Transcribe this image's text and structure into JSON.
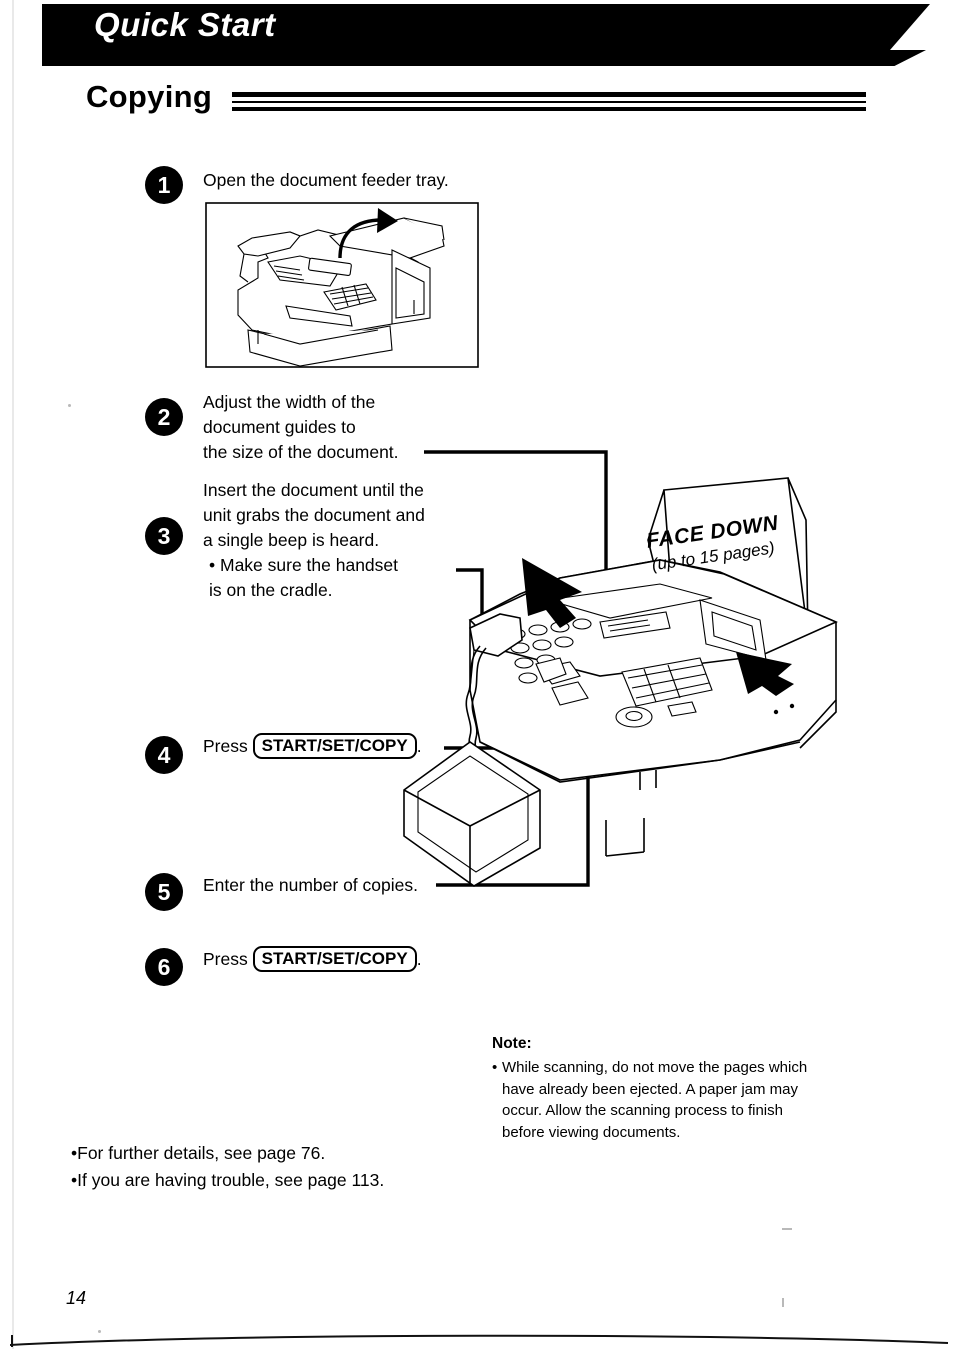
{
  "header": {
    "title": "Quick Start"
  },
  "section": {
    "title": "Copying"
  },
  "steps": [
    {
      "number": "1",
      "text": "Open the document feeder tray."
    },
    {
      "number": "2",
      "text": "Adjust the width of the\ndocument guides to\nthe size of the document."
    },
    {
      "number": "3",
      "text": "Insert the document until the\nunit grabs the document and\na single beep is heard.",
      "bullet": "• Make sure the handset\n   is on the cradle."
    },
    {
      "number": "4",
      "text_before": "Press",
      "key_label": "START/SET/COPY",
      "text_after": "."
    },
    {
      "number": "5",
      "text": "Enter the number of copies."
    },
    {
      "number": "6",
      "text_before": "Press",
      "key_label": "START/SET/COPY",
      "text_after": "."
    }
  ],
  "figure": {
    "face_down_label": "FACE DOWN",
    "pages_label": "(up to 15 pages)"
  },
  "note": {
    "title": "Note:",
    "body": "While scanning, do not move the pages which\nhave already been ejected. A paper jam may\noccur. Allow the scanning process to finish\nbefore viewing documents.",
    "bullet": "•"
  },
  "footer_bullets": [
    "•For further details, see page 76.",
    "•If you are having trouble, see page 113."
  ],
  "page_number": "14"
}
